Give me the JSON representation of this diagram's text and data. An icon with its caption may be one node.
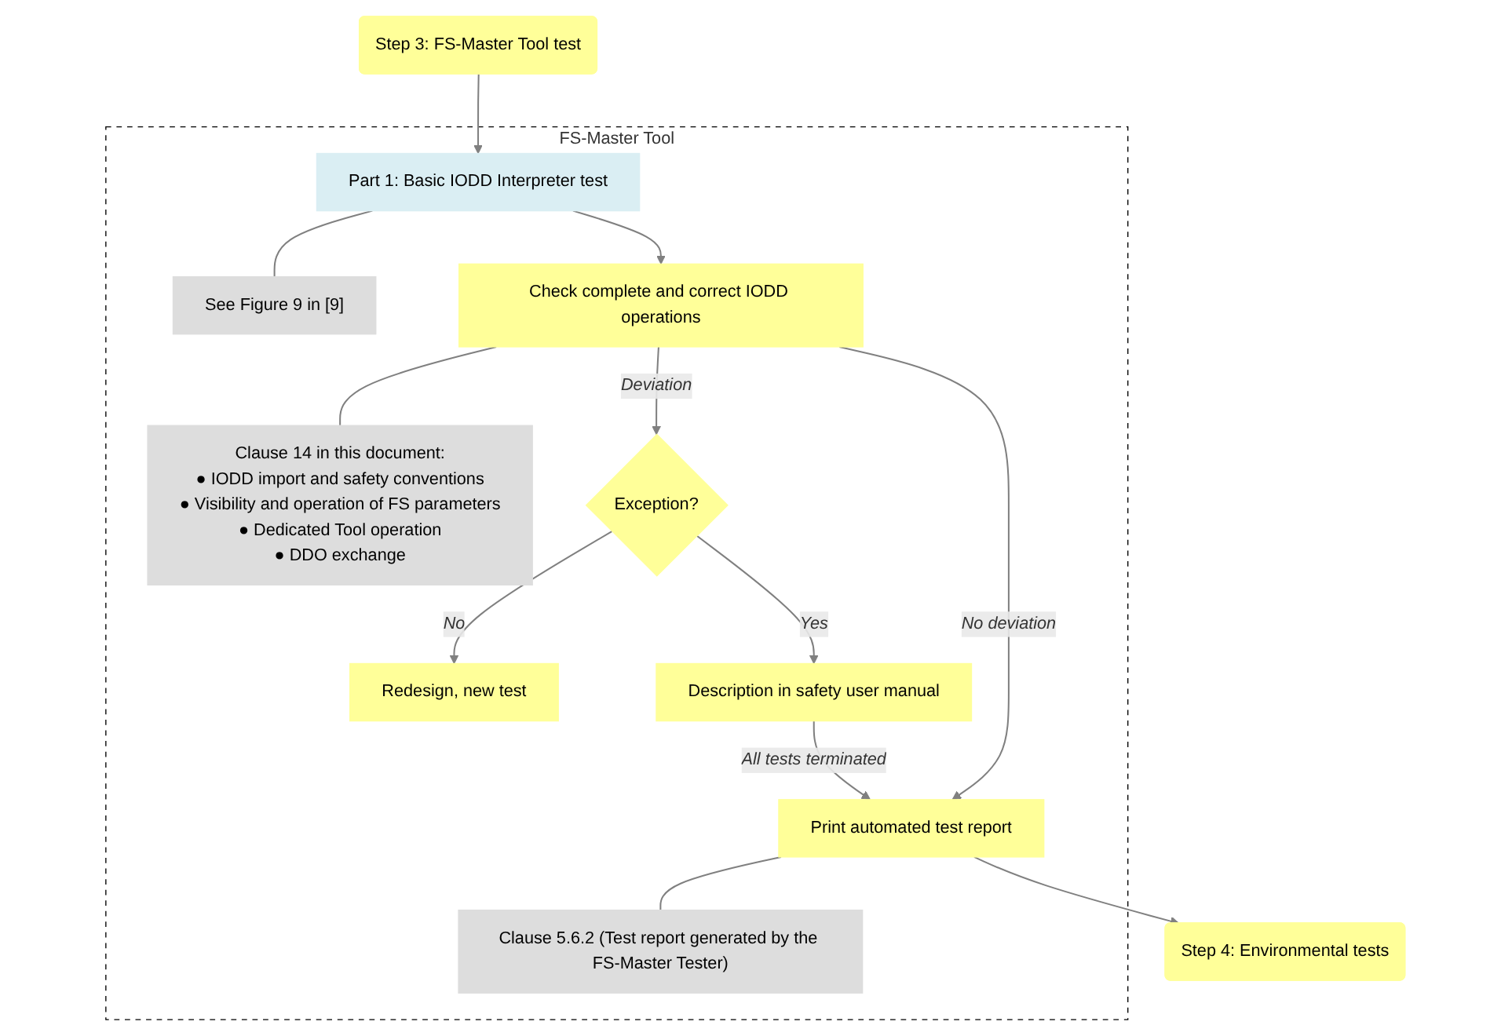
{
  "diagram": {
    "nodes": [
      {
        "text": [
          "Step 3: FS-Master Tool test"
        ]
      },
      {
        "text": [
          "FS-Master Tool"
        ]
      },
      {
        "text": [
          "Part 1: Basic IODD Interpreter test"
        ],
        "in": 1
      },
      {
        "text": [
          "See Figure 9 in [9]"
        ],
        "in": 1
      },
      {
        "text": [
          "Check complete and correct IODD operations"
        ],
        "in": 1
      },
      {
        "text": [
          "Clause 14 in this document:",
          "● IODD import and safety conventions",
          "● Visibility and operation of FS parameters",
          "● Dedicated Tool operation",
          "● DDO exchange"
        ],
        "in": 1
      },
      {
        "text": [
          "Exception?"
        ],
        "in": 1
      },
      {
        "text": [
          "Redesign, new test"
        ],
        "in": 1
      },
      {
        "text": [
          "Description in safety user manual"
        ],
        "in": 1
      },
      {
        "text": [
          "Print automated test report"
        ],
        "in": 1
      },
      {
        "text": [
          "Clause 5.6.2 (Test report generated by the FS-Master Tester)"
        ],
        "in": 1
      },
      {
        "text": [
          "Step 4: Environmental tests"
        ]
      }
    ],
    "edges": [
      {
        "from": 0,
        "to": 2,
        "arrow": "to"
      },
      {
        "from": 2,
        "to": 3,
        "arrow": "none"
      },
      {
        "from": 2,
        "to": 4,
        "arrow": "to"
      },
      {
        "from": 4,
        "to": 5,
        "arrow": "none"
      },
      {
        "from": 4,
        "to": 6,
        "arrow": "to",
        "label": "Deviation"
      },
      {
        "from": 6,
        "to": 7,
        "arrow": "to",
        "label": "No"
      },
      {
        "from": 6,
        "to": 8,
        "arrow": "to",
        "label": "Yes"
      },
      {
        "from": 4,
        "to": 9,
        "arrow": "to",
        "label": "No deviation"
      },
      {
        "from": 8,
        "to": 9,
        "arrow": "to",
        "label": "All tests terminated"
      },
      {
        "from": 9,
        "to": 10,
        "arrow": "none"
      },
      {
        "from": 9,
        "to": 11,
        "arrow": "to"
      }
    ]
  }
}
